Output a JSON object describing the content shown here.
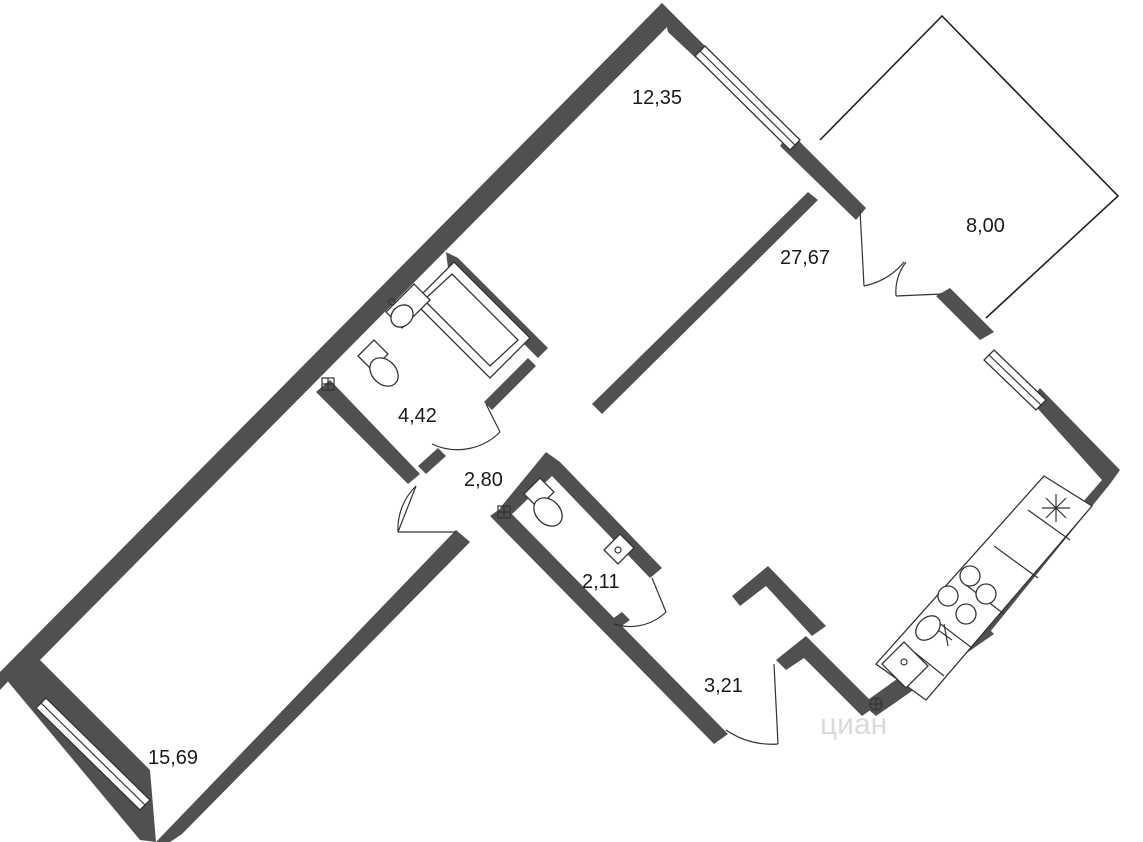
{
  "rooms": [
    {
      "id": "bedroom-top",
      "area": "12,35"
    },
    {
      "id": "balcony",
      "area": "8,00"
    },
    {
      "id": "kitchen-living",
      "area": "27,67"
    },
    {
      "id": "bathroom",
      "area": "4,42"
    },
    {
      "id": "corridor",
      "area": "2,80"
    },
    {
      "id": "toilet",
      "area": "2,11"
    },
    {
      "id": "hall",
      "area": "3,21"
    },
    {
      "id": "bedroom-bottom",
      "area": "15,69"
    }
  ],
  "watermark": "циан",
  "colors": {
    "wall": "#505050",
    "line": "#222222",
    "background": "#ffffff"
  },
  "icons": [
    "window-icon",
    "door-swing-icon",
    "bathtub-icon",
    "toilet-icon",
    "sink-icon",
    "stove-icon",
    "fridge-icon",
    "vent-icon"
  ]
}
